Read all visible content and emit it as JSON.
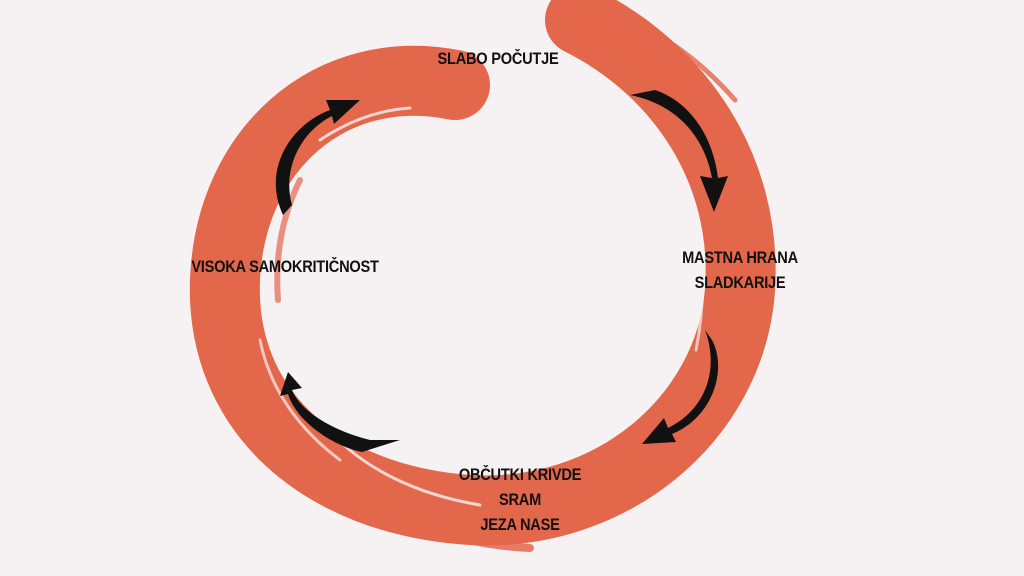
{
  "diagram": {
    "type": "cycle",
    "colors": {
      "background": "#f6f1f2",
      "ring": "#e3674b",
      "arrows": "#111111",
      "text": "#111111"
    },
    "nodes": [
      {
        "id": "top",
        "lines": [
          "SLABO POČUTJE"
        ]
      },
      {
        "id": "right",
        "lines": [
          "MASTNA HRANA",
          "SLADKARIJE"
        ]
      },
      {
        "id": "bottom",
        "lines": [
          "OBČUTKI KRIVDE",
          "SRAM",
          "JEZA NASE"
        ]
      },
      {
        "id": "left",
        "lines": [
          "VISOKA SAMOKRITIČNOST"
        ]
      }
    ],
    "edges": [
      {
        "from": "top",
        "to": "right"
      },
      {
        "from": "right",
        "to": "bottom"
      },
      {
        "from": "bottom",
        "to": "left"
      },
      {
        "from": "left",
        "to": "top"
      }
    ]
  }
}
